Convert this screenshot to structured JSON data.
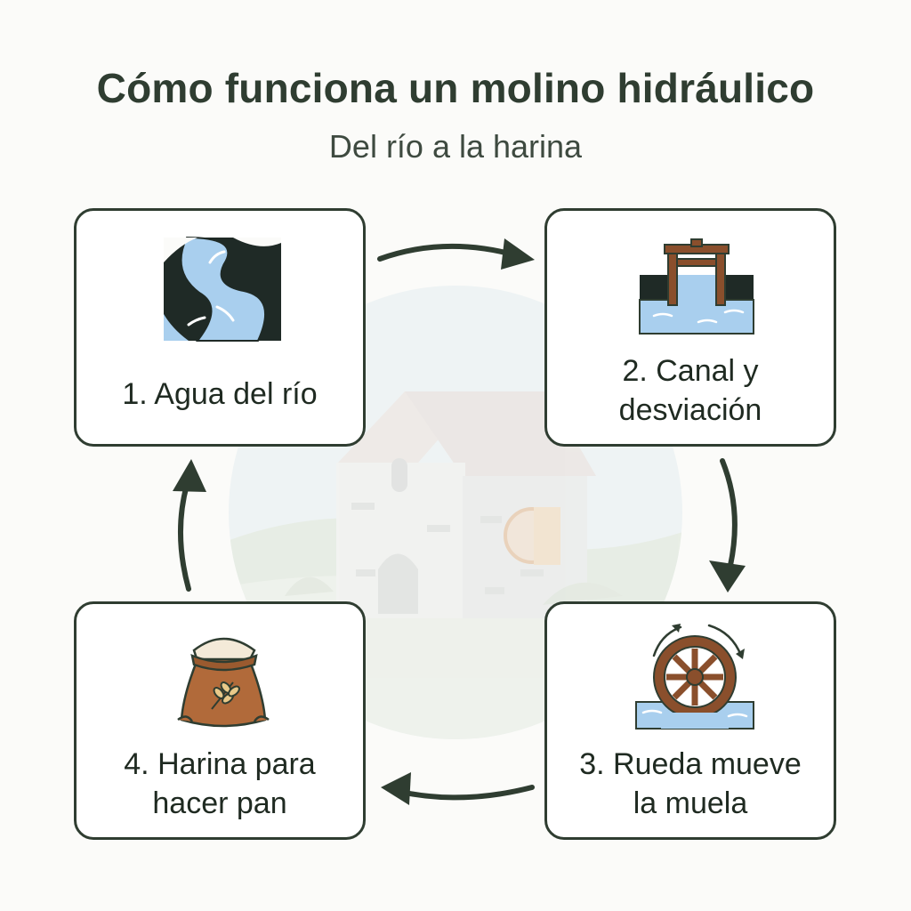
{
  "title": "Cómo funciona un molino hidráulico",
  "subtitle": "Del río a la harina",
  "steps": [
    {
      "label_line1": "1. Agua del río",
      "label_line2": "",
      "icon": "river-icon"
    },
    {
      "label_line1": "2. Canal y",
      "label_line2": "desviación",
      "icon": "sluice-gate-icon"
    },
    {
      "label_line1": "3. Rueda mueve",
      "label_line2": "la muela",
      "icon": "water-wheel-icon"
    },
    {
      "label_line1": "4. Harina para",
      "label_line2": "hacer pan",
      "icon": "flour-sack-icon"
    }
  ],
  "colors": {
    "outline": "#2f3d31",
    "water": "#a9cfee",
    "land": "#1f2a26",
    "wood": "#8a4f2c",
    "sack": "#b16a3a"
  }
}
